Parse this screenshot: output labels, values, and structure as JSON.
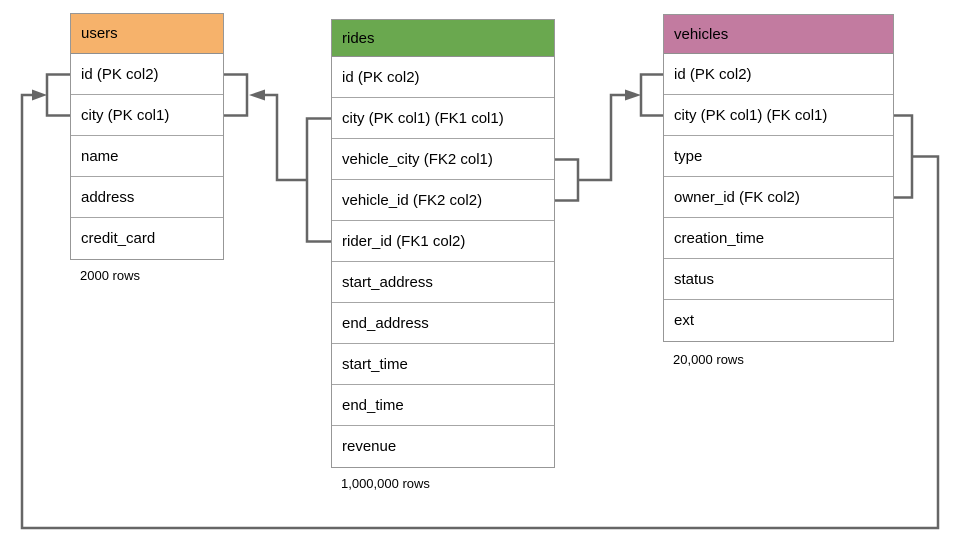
{
  "diagram": {
    "tables": [
      {
        "name": "users",
        "header_color": "#F6B26B",
        "rows": [
          "id (PK col2)",
          "city (PK col1)",
          "name",
          "address",
          "credit_card"
        ],
        "row_count": "2000 rows"
      },
      {
        "name": "rides",
        "header_color": "#6AA84F",
        "rows": [
          "id (PK col2)",
          "city (PK col1) (FK1 col1)",
          "vehicle_city (FK2 col1)",
          "vehicle_id (FK2 col2)",
          "rider_id (FK1 col2)",
          "start_address",
          "end_address",
          "start_time",
          "end_time",
          "revenue"
        ],
        "row_count": "1,000,000 rows"
      },
      {
        "name": "vehicles",
        "header_color": "#C27BA0",
        "rows": [
          "id (PK col2)",
          "city (PK col1) (FK col1)",
          "type",
          "owner_id (FK col2)",
          "creation_time",
          "status",
          "ext"
        ],
        "row_count": "20,000 rows"
      }
    ],
    "relationships": [
      {
        "label": "rides FK1",
        "from": "rides (city, rider_id)",
        "to": "users (id, city)"
      },
      {
        "label": "rides FK2",
        "from": "rides (vehicle_city, vehicle_id)",
        "to": "vehicles (id, city)"
      },
      {
        "label": "vehicles FK",
        "from": "vehicles (city, owner_id)",
        "to": "users (id, city)"
      }
    ],
    "colors": {
      "connector": "#666666",
      "table_border": "#979797",
      "users_header": "#F6B26B",
      "rides_header": "#6AA84F",
      "vehicles_header": "#C27BA0"
    }
  }
}
